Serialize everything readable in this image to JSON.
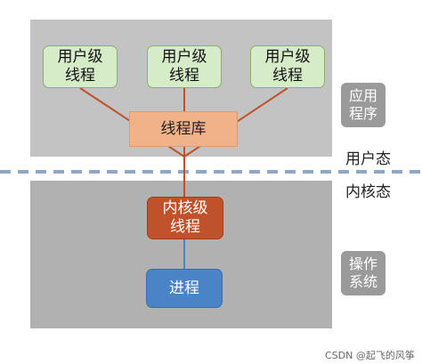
{
  "user_threads": [
    {
      "label": "用户级\n线程"
    },
    {
      "label": "用户级\n线程"
    },
    {
      "label": "用户级\n线程"
    }
  ],
  "thread_library": "线程库",
  "kernel_thread": "内核级\n线程",
  "process": "进程",
  "application_tag": "应用\n程序",
  "os_tag": "操作\n系统",
  "user_mode_label": "用户态",
  "kernel_mode_label": "内核态",
  "credit": "CSDN @起飞的风筝",
  "colors": {
    "user_thread_fill": "#d6ecc9",
    "thread_library_fill": "#f2b289",
    "kernel_thread_fill": "#c0522b",
    "process_fill": "#4a84c7",
    "connector": "#c0522b",
    "divider": "#8fa7c8"
  }
}
